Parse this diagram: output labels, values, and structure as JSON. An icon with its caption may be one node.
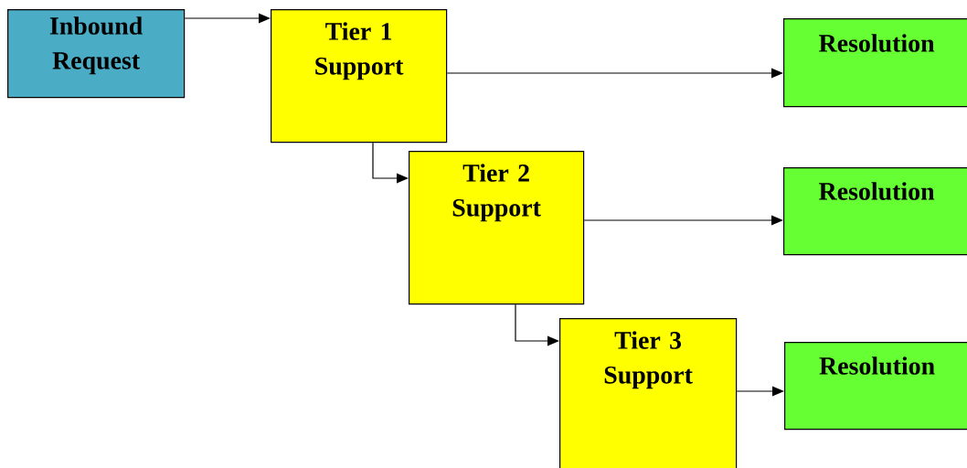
{
  "diagram": {
    "nodes": [
      {
        "text": [
          "Inbound Request"
        ]
      },
      {
        "text": [
          "Tier 1 Support"
        ]
      },
      {
        "text": [
          "Resolution"
        ]
      },
      {
        "text": [
          "Tier 2 Support"
        ]
      },
      {
        "text": [
          "Resolution"
        ]
      },
      {
        "text": [
          "Tier 3 Support"
        ]
      },
      {
        "text": [
          "Resolution"
        ]
      }
    ],
    "edges": [
      {
        "from": 0,
        "to": 1,
        "arrow": "to"
      },
      {
        "from": 1,
        "to": 2,
        "arrow": "to"
      },
      {
        "from": 1,
        "to": 3,
        "arrow": "to"
      },
      {
        "from": 3,
        "to": 4,
        "arrow": "to"
      },
      {
        "from": 3,
        "to": 5,
        "arrow": "to"
      },
      {
        "from": 5,
        "to": 6,
        "arrow": "to"
      }
    ]
  }
}
